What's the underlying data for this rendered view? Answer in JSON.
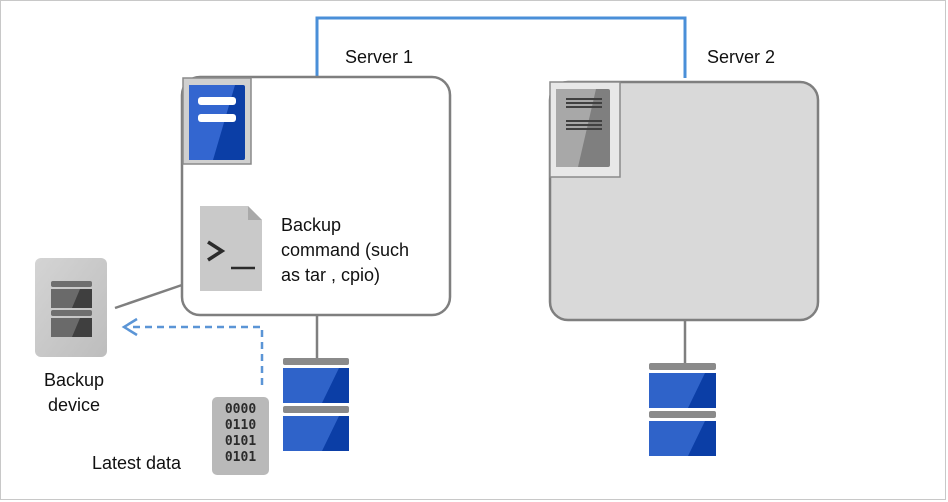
{
  "server1": {
    "label": "Server 1"
  },
  "server2": {
    "label": "Server 2"
  },
  "backup_command": {
    "lines": [
      "Backup",
      "command  (such",
      "as tar , cpio)"
    ]
  },
  "backup_device": {
    "lines": [
      "Backup",
      "device"
    ]
  },
  "latest_data": {
    "label": "Latest data",
    "binary_rows": [
      "0000",
      "0110",
      "0101",
      "0101"
    ]
  },
  "colors": {
    "server_blue": "#2f63c9",
    "server_blue_dark": "#0b3ea6",
    "gray_device": "#d6d6d6",
    "network_line": "#4a8fd8",
    "dashed_arrow": "#5b95d6"
  }
}
